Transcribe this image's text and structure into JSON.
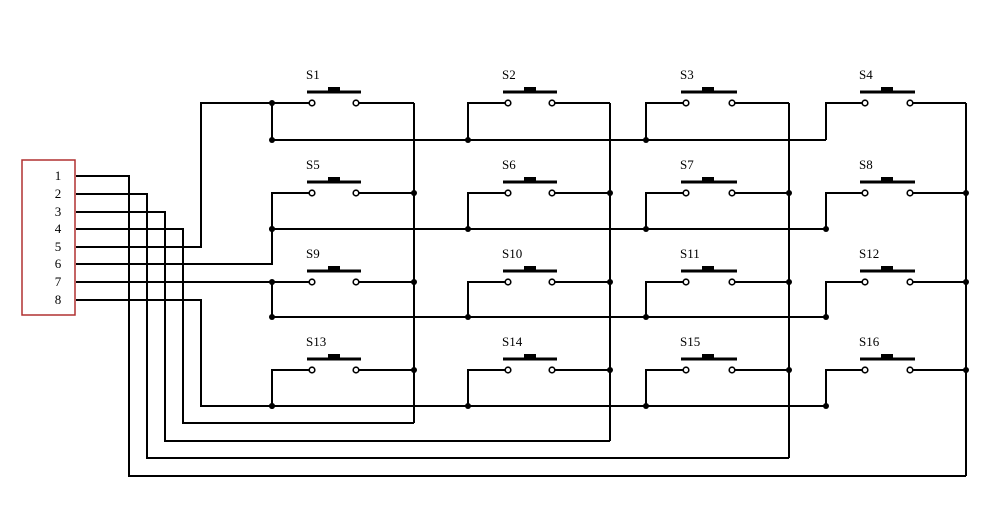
{
  "connector": {
    "pins": [
      "1",
      "2",
      "3",
      "4",
      "5",
      "6",
      "7",
      "8"
    ]
  },
  "switches": [
    "S1",
    "S2",
    "S3",
    "S4",
    "S5",
    "S6",
    "S7",
    "S8",
    "S9",
    "S10",
    "S11",
    "S12",
    "S13",
    "S14",
    "S15",
    "S16"
  ],
  "colors": {
    "wire": "#000000",
    "connector_border": "#b03030",
    "background": "#ffffff"
  }
}
